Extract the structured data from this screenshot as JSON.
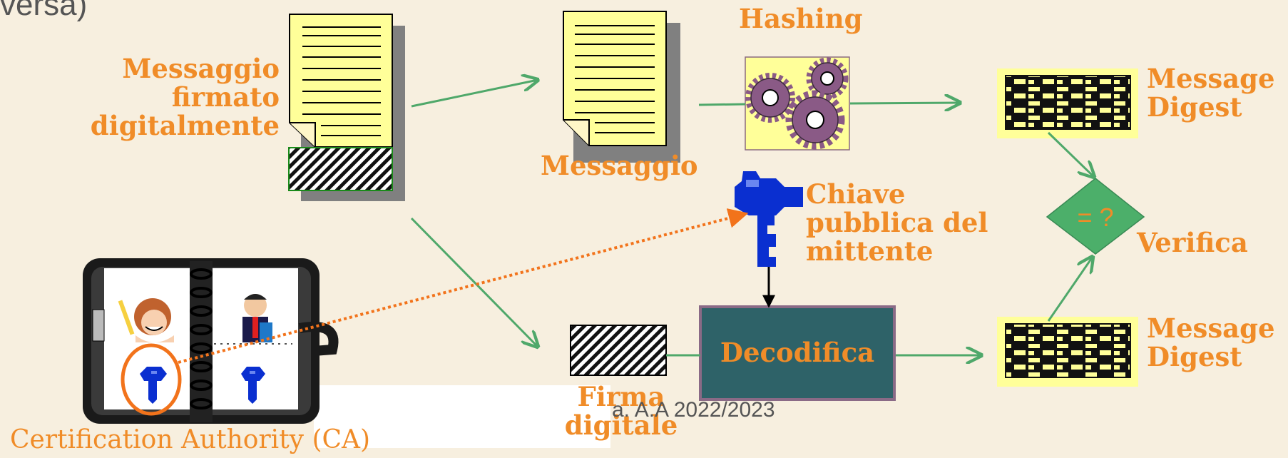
{
  "heading_fragment": "versa)",
  "signed_message_label": "Messaggio\nfirmato\ndigitalmente",
  "message_label": "Messaggio",
  "hashing_label": "Hashing",
  "message_digest_label_top": "Message\nDigest",
  "message_digest_label_bottom": "Message\nDigest",
  "public_key_label": "Chiave\npubblica del\nmittente",
  "compare_symbol": "= ?",
  "verify_label": "Verifica",
  "decode_label": "Decodifica",
  "digital_signature_label": "Firma\ndigitale",
  "ca_label": "Certification Authority (CA)",
  "footer_text": "a. A.A 2022/2023",
  "colors": {
    "background": "#f7efdf",
    "label_orange": "#f08c28",
    "arrow_green": "#4fa86a",
    "dotted_orange": "#f2731b",
    "key_blue": "#0a2fd0",
    "decode_box": "#2e6268",
    "diamond": "#4caf6a",
    "paper_yellow": "#ffff99"
  }
}
